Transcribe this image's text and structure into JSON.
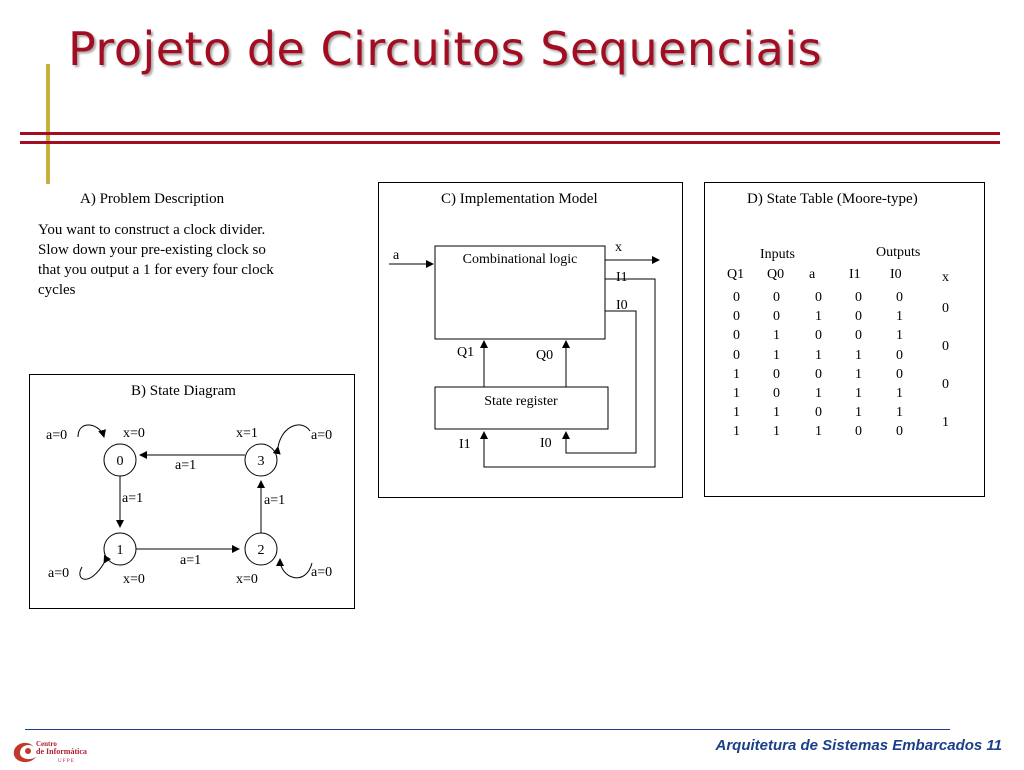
{
  "slide": {
    "title": "Projeto de Circuitos Sequenciais",
    "footer": "Arquitetura de Sistemas Embarcados 11",
    "logo_text": "Centro de Informática UFPE",
    "accent_color": "#a30d22",
    "footer_color": "#1b3f8a"
  },
  "problem": {
    "title": "A) Problem Description",
    "text": "You want to construct a clock divider.  Slow down your pre-existing clock so that you output a 1 for every four clock cycles"
  },
  "state_diagram": {
    "title": "B) State Diagram",
    "states": [
      {
        "id": "0",
        "output": "x=0",
        "self_loop": "a=0"
      },
      {
        "id": "3",
        "output": "x=1",
        "self_loop": "a=0"
      },
      {
        "id": "1",
        "output": "x=0",
        "self_loop": "a=0"
      },
      {
        "id": "2",
        "output": "x=0",
        "self_loop": "a=0"
      }
    ],
    "transitions": [
      {
        "from": "0",
        "to": "1",
        "label": "a=1"
      },
      {
        "from": "1",
        "to": "2",
        "label": "a=1"
      },
      {
        "from": "2",
        "to": "3",
        "label": "a=1"
      },
      {
        "from": "3",
        "to": "0",
        "label": "a=1"
      }
    ]
  },
  "implementation": {
    "title": "C) Implementation Model",
    "comb_label": "Combinational logic",
    "reg_label": "State register",
    "input_label": "a",
    "output_label": "x",
    "i1": "I1",
    "i0": "I0",
    "q1": "Q1",
    "q0": "Q0"
  },
  "state_table": {
    "title": "D) State Table (Moore-type)",
    "group_inputs": "Inputs",
    "group_outputs": "Outputs",
    "headers": [
      "Q1",
      "Q0",
      "a",
      "I1",
      "I0"
    ],
    "x_header": "x",
    "rows": [
      [
        "0",
        "0",
        "0",
        "0",
        "0"
      ],
      [
        "0",
        "0",
        "1",
        "0",
        "1"
      ],
      [
        "0",
        "1",
        "0",
        "0",
        "1"
      ],
      [
        "0",
        "1",
        "1",
        "1",
        "0"
      ],
      [
        "1",
        "0",
        "0",
        "1",
        "0"
      ],
      [
        "1",
        "0",
        "1",
        "1",
        "1"
      ],
      [
        "1",
        "1",
        "0",
        "1",
        "1"
      ],
      [
        "1",
        "1",
        "1",
        "0",
        "0"
      ]
    ],
    "x_values": [
      "0",
      "0",
      "0",
      "1"
    ]
  }
}
